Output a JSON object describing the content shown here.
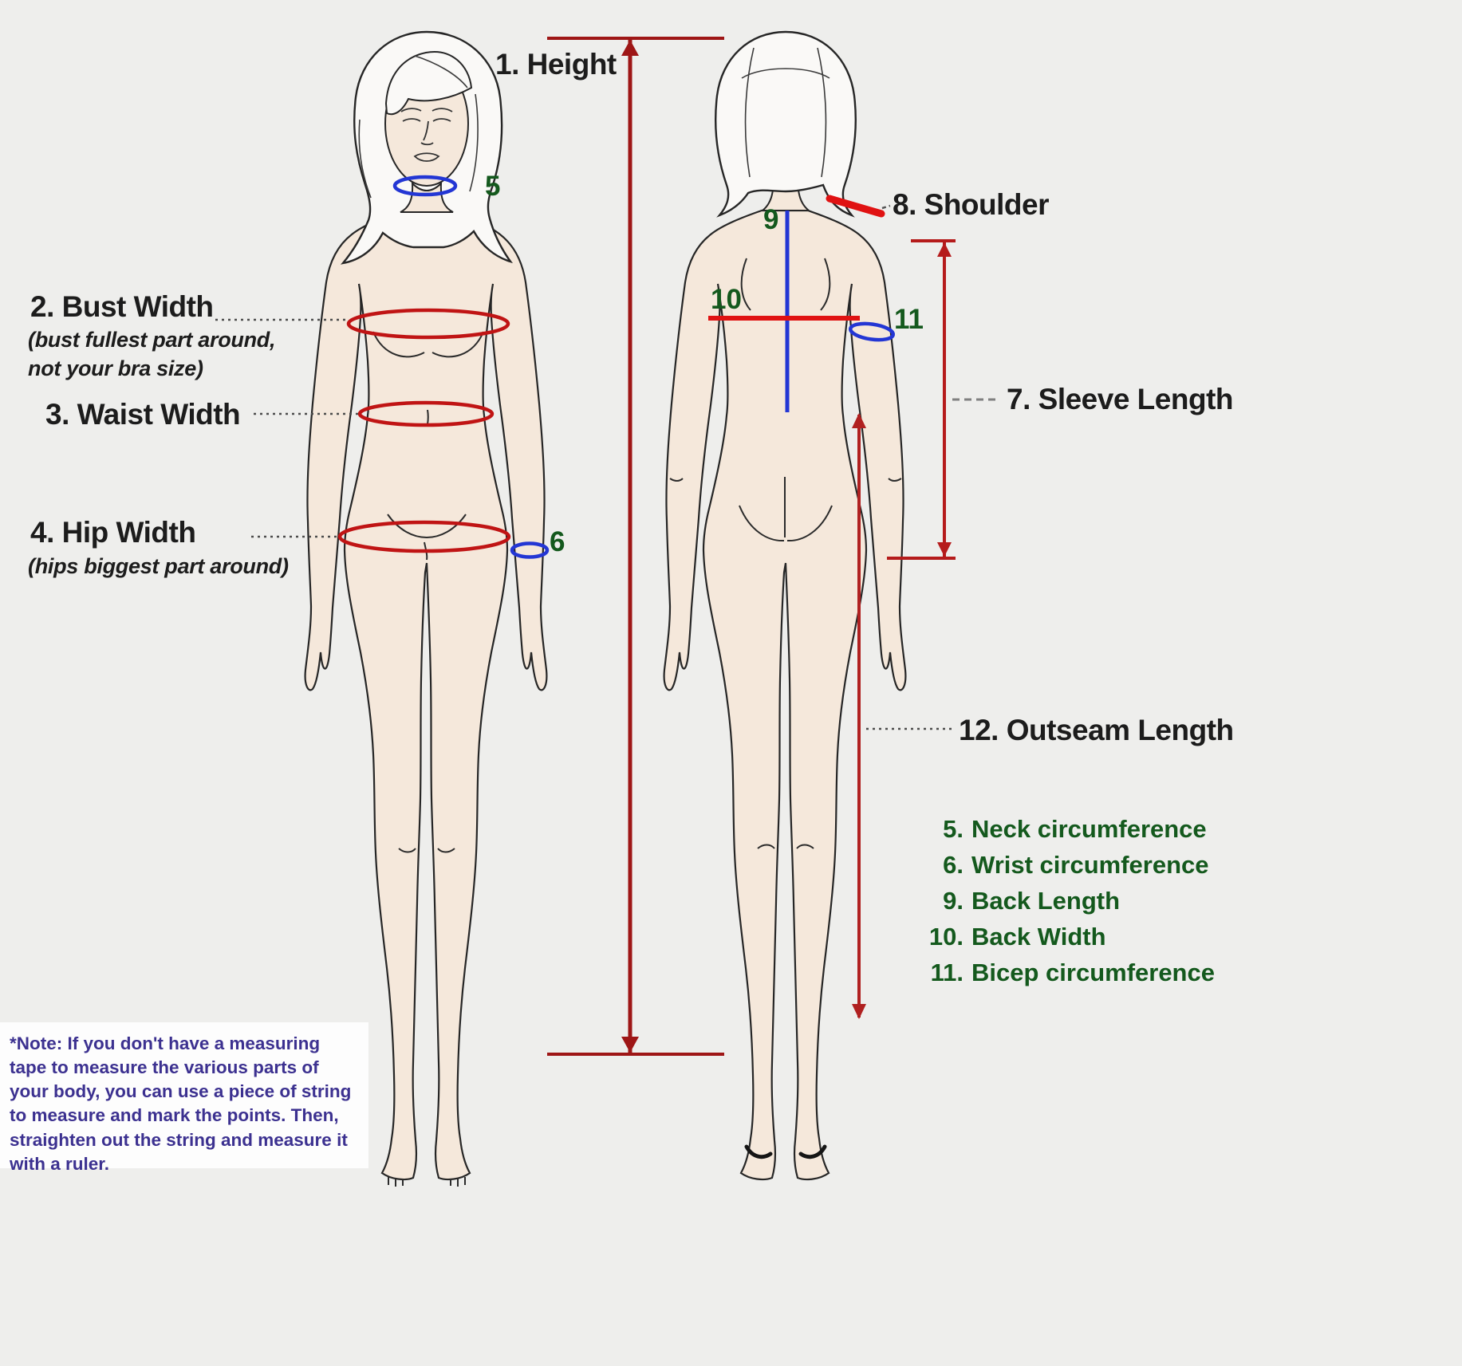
{
  "annotations": {
    "height": "1. Height",
    "bust": "2. Bust Width",
    "bust_note": "(bust fullest part around,\nnot your bra size)",
    "waist": "3. Waist Width",
    "hip": "4. Hip Width",
    "hip_note": "(hips biggest part around)",
    "sleeve": "7. Sleeve Length",
    "shoulder": "8. Shoulder",
    "outseam": "12. Outseam Length",
    "neck_num": "5",
    "wrist_num": "6",
    "back_length_num": "9",
    "back_width_num": "10",
    "bicep_num": "11"
  },
  "legend": {
    "items": [
      {
        "num": "5.",
        "label": "Neck circumference"
      },
      {
        "num": "6.",
        "label": "Wrist circumference"
      },
      {
        "num": "9.",
        "label": "Back Length"
      },
      {
        "num": "10.",
        "label": "Back Width"
      },
      {
        "num": "11.",
        "label": "Bicep circumference"
      }
    ]
  },
  "note": "*Note: If you don't have a measuring tape to measure the various parts of your body, you can use a piece of string to measure and mark the points. Then, straighten out the string and measure it with a ruler.",
  "colors": {
    "measurement_red": "#c01414",
    "height_line_red": "#9e1616",
    "measurement_blue": "#2336d4",
    "legend_green": "#14591d",
    "note_purple": "#3c3190",
    "skin": "#f5e8db",
    "background": "#eeeeec"
  }
}
